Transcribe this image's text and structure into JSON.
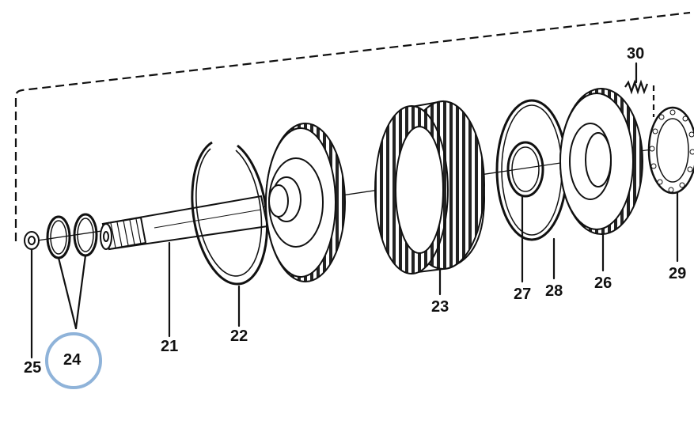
{
  "diagram": {
    "labels": {
      "p21": "21",
      "p22": "22",
      "p23": "23",
      "p24": "24",
      "p25": "25",
      "p26": "26",
      "p27": "27",
      "p28": "28",
      "p29": "29",
      "p30": "30"
    },
    "highlight_color": "#8fb3d9"
  }
}
